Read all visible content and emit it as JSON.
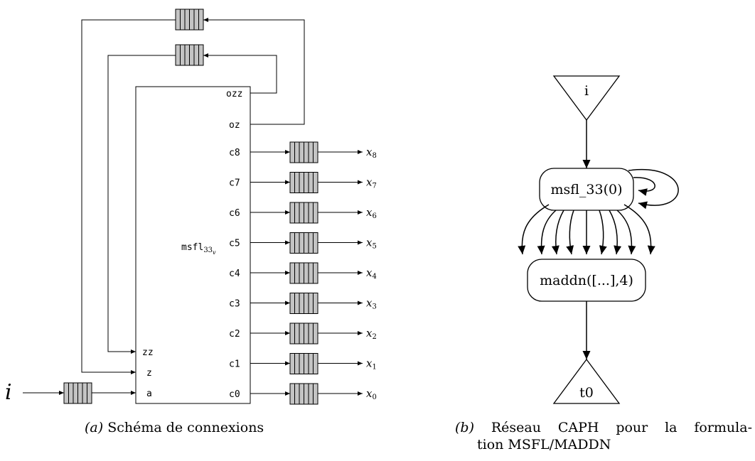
{
  "left_diagram": {
    "block_label": "msfl",
    "block_sub": "33",
    "block_sub2": "v",
    "input_ports": [
      "zz",
      "z",
      "a"
    ],
    "output_feedback_ports": [
      "ozz",
      "oz"
    ],
    "output_ports": [
      "c8",
      "c7",
      "c6",
      "c5",
      "c4",
      "c3",
      "c2",
      "c1",
      "c0"
    ],
    "input_signal": "i",
    "outputs_var": "x",
    "output_indices": [
      "8",
      "7",
      "6",
      "5",
      "4",
      "3",
      "2",
      "1",
      "0"
    ]
  },
  "right_diagram": {
    "input_node": "i",
    "msfl_node": "msfl_33(0)",
    "maddn_node": "maddn([...],4)",
    "output_node": "t0"
  },
  "captions": {
    "a_tag": "(a)",
    "a_text": "Schéma de connexions",
    "b_tag": "(b)",
    "b_line1": "Réseau CAPH pour la formula-",
    "b_line2": "tion MSFL/MADDN"
  }
}
